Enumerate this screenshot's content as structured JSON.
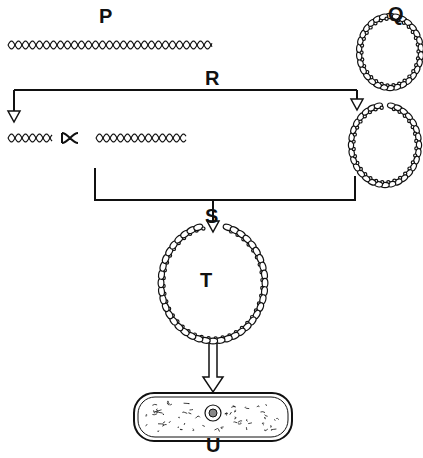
{
  "diagram": {
    "labels": [
      "P",
      "Q",
      "R",
      "S",
      "T",
      "U"
    ]
  }
}
